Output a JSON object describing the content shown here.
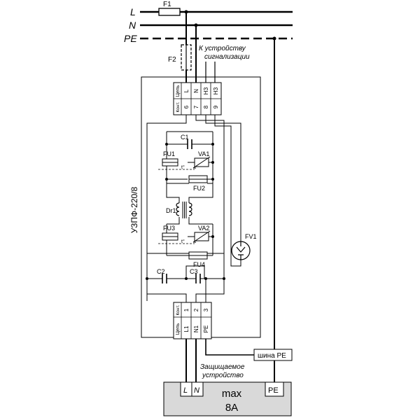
{
  "lines": {
    "l": "L",
    "n": "N",
    "pe": "PE"
  },
  "fuse_f1": "F1",
  "fuse_f2": "F2",
  "alarm_note": {
    "line1": "К устройству",
    "line2": "сигнализации"
  },
  "device_name": "УЗПФ-220/8",
  "top_terminal": {
    "header_func": "Цепь",
    "header_contact": "Конт.",
    "functions": [
      "L",
      "N",
      "НЗ",
      "НЗ"
    ],
    "contacts": [
      "6",
      "7",
      "8",
      "9"
    ]
  },
  "components": {
    "c1": "C1",
    "fu1": "FU1",
    "va1": "VA1",
    "fu2": "FU2",
    "dr1": "Dr1",
    "fu3": "FU3",
    "va2": "VA2",
    "fu4": "FU4",
    "c2": "C2",
    "c3": "C3",
    "fv1": "FV1",
    "thermal": "t°"
  },
  "bottom_terminal": {
    "header_func": "Цепь",
    "header_contact": "Конт.",
    "functions": [
      "L1",
      "N1",
      "PE"
    ],
    "contacts": [
      "1",
      "2",
      "3"
    ]
  },
  "pe_bus": "шина PE",
  "protected_note": {
    "line1": "Защищаемое",
    "line2": "устройство"
  },
  "load": {
    "l": "L",
    "n": "N",
    "pe": "PE",
    "max_line1": "max",
    "max_line2": "8A"
  }
}
